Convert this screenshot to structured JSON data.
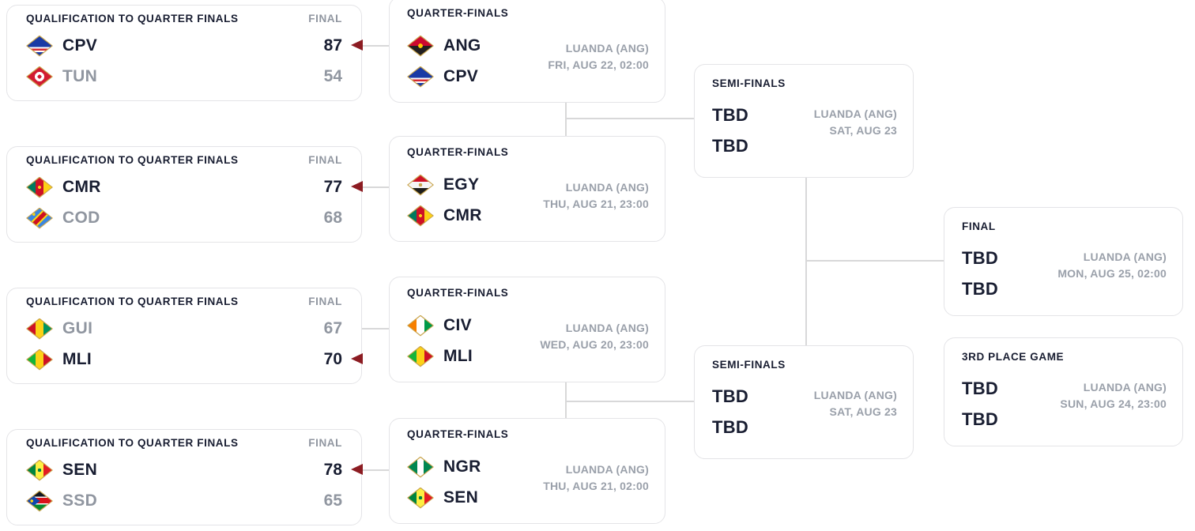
{
  "colors": {
    "text_dark": "#181d31",
    "text_gray": "#9096a0",
    "card_border": "#e4e4e7",
    "connector_line": "#d8d8d9",
    "winner_arrow": "#8c1c22",
    "flag_border": "#c9a44c"
  },
  "qualification_matches": [
    {
      "title": "QUALIFICATION TO QUARTER FINALS",
      "status": "FINAL",
      "teams": [
        {
          "code": "CPV",
          "score": "87",
          "winner": true,
          "flag_icon": "cpv-flag-icon"
        },
        {
          "code": "TUN",
          "score": "54",
          "winner": false,
          "flag_icon": "tun-flag-icon"
        }
      ]
    },
    {
      "title": "QUALIFICATION TO QUARTER FINALS",
      "status": "FINAL",
      "teams": [
        {
          "code": "CMR",
          "score": "77",
          "winner": true,
          "flag_icon": "cmr-flag-icon"
        },
        {
          "code": "COD",
          "score": "68",
          "winner": false,
          "flag_icon": "cod-flag-icon"
        }
      ]
    },
    {
      "title": "QUALIFICATION TO QUARTER FINALS",
      "status": "FINAL",
      "teams": [
        {
          "code": "GUI",
          "score": "67",
          "winner": false,
          "flag_icon": "gui-flag-icon"
        },
        {
          "code": "MLI",
          "score": "70",
          "winner": true,
          "flag_icon": "mli-flag-icon"
        }
      ]
    },
    {
      "title": "QUALIFICATION TO QUARTER FINALS",
      "status": "FINAL",
      "teams": [
        {
          "code": "SEN",
          "score": "78",
          "winner": true,
          "flag_icon": "sen-flag-icon"
        },
        {
          "code": "SSD",
          "score": "65",
          "winner": false,
          "flag_icon": "ssd-flag-icon"
        }
      ]
    }
  ],
  "quarter_finals": [
    {
      "title": "QUARTER-FINALS",
      "venue": "LUANDA (ANG)",
      "datetime": "FRI, AUG 22, 02:00",
      "teams": [
        {
          "code": "ANG",
          "flag_icon": "ang-flag-icon"
        },
        {
          "code": "CPV",
          "flag_icon": "cpv-flag-icon"
        }
      ]
    },
    {
      "title": "QUARTER-FINALS",
      "venue": "LUANDA (ANG)",
      "datetime": "THU, AUG 21, 23:00",
      "teams": [
        {
          "code": "EGY",
          "flag_icon": "egy-flag-icon"
        },
        {
          "code": "CMR",
          "flag_icon": "cmr-flag-icon"
        }
      ]
    },
    {
      "title": "QUARTER-FINALS",
      "venue": "LUANDA (ANG)",
      "datetime": "WED, AUG 20, 23:00",
      "teams": [
        {
          "code": "CIV",
          "flag_icon": "civ-flag-icon"
        },
        {
          "code": "MLI",
          "flag_icon": "mli-flag-icon"
        }
      ]
    },
    {
      "title": "QUARTER-FINALS",
      "venue": "LUANDA (ANG)",
      "datetime": "THU, AUG 21, 02:00",
      "teams": [
        {
          "code": "NGR",
          "flag_icon": "ngr-flag-icon"
        },
        {
          "code": "SEN",
          "flag_icon": "sen-flag-icon"
        }
      ]
    }
  ],
  "semi_finals": [
    {
      "title": "SEMI-FINALS",
      "venue": "LUANDA (ANG)",
      "datetime": "SAT, AUG 23",
      "teams": [
        {
          "code": "TBD"
        },
        {
          "code": "TBD"
        }
      ]
    },
    {
      "title": "SEMI-FINALS",
      "venue": "LUANDA (ANG)",
      "datetime": "SAT, AUG 23",
      "teams": [
        {
          "code": "TBD"
        },
        {
          "code": "TBD"
        }
      ]
    }
  ],
  "final_match": {
    "title": "FINAL",
    "venue": "LUANDA (ANG)",
    "datetime": "MON, AUG 25, 02:00",
    "teams": [
      {
        "code": "TBD"
      },
      {
        "code": "TBD"
      }
    ]
  },
  "third_place_match": {
    "title": "3RD PLACE GAME",
    "venue": "LUANDA (ANG)",
    "datetime": "SUN, AUG 24, 23:00",
    "teams": [
      {
        "code": "TBD"
      },
      {
        "code": "TBD"
      }
    ]
  }
}
